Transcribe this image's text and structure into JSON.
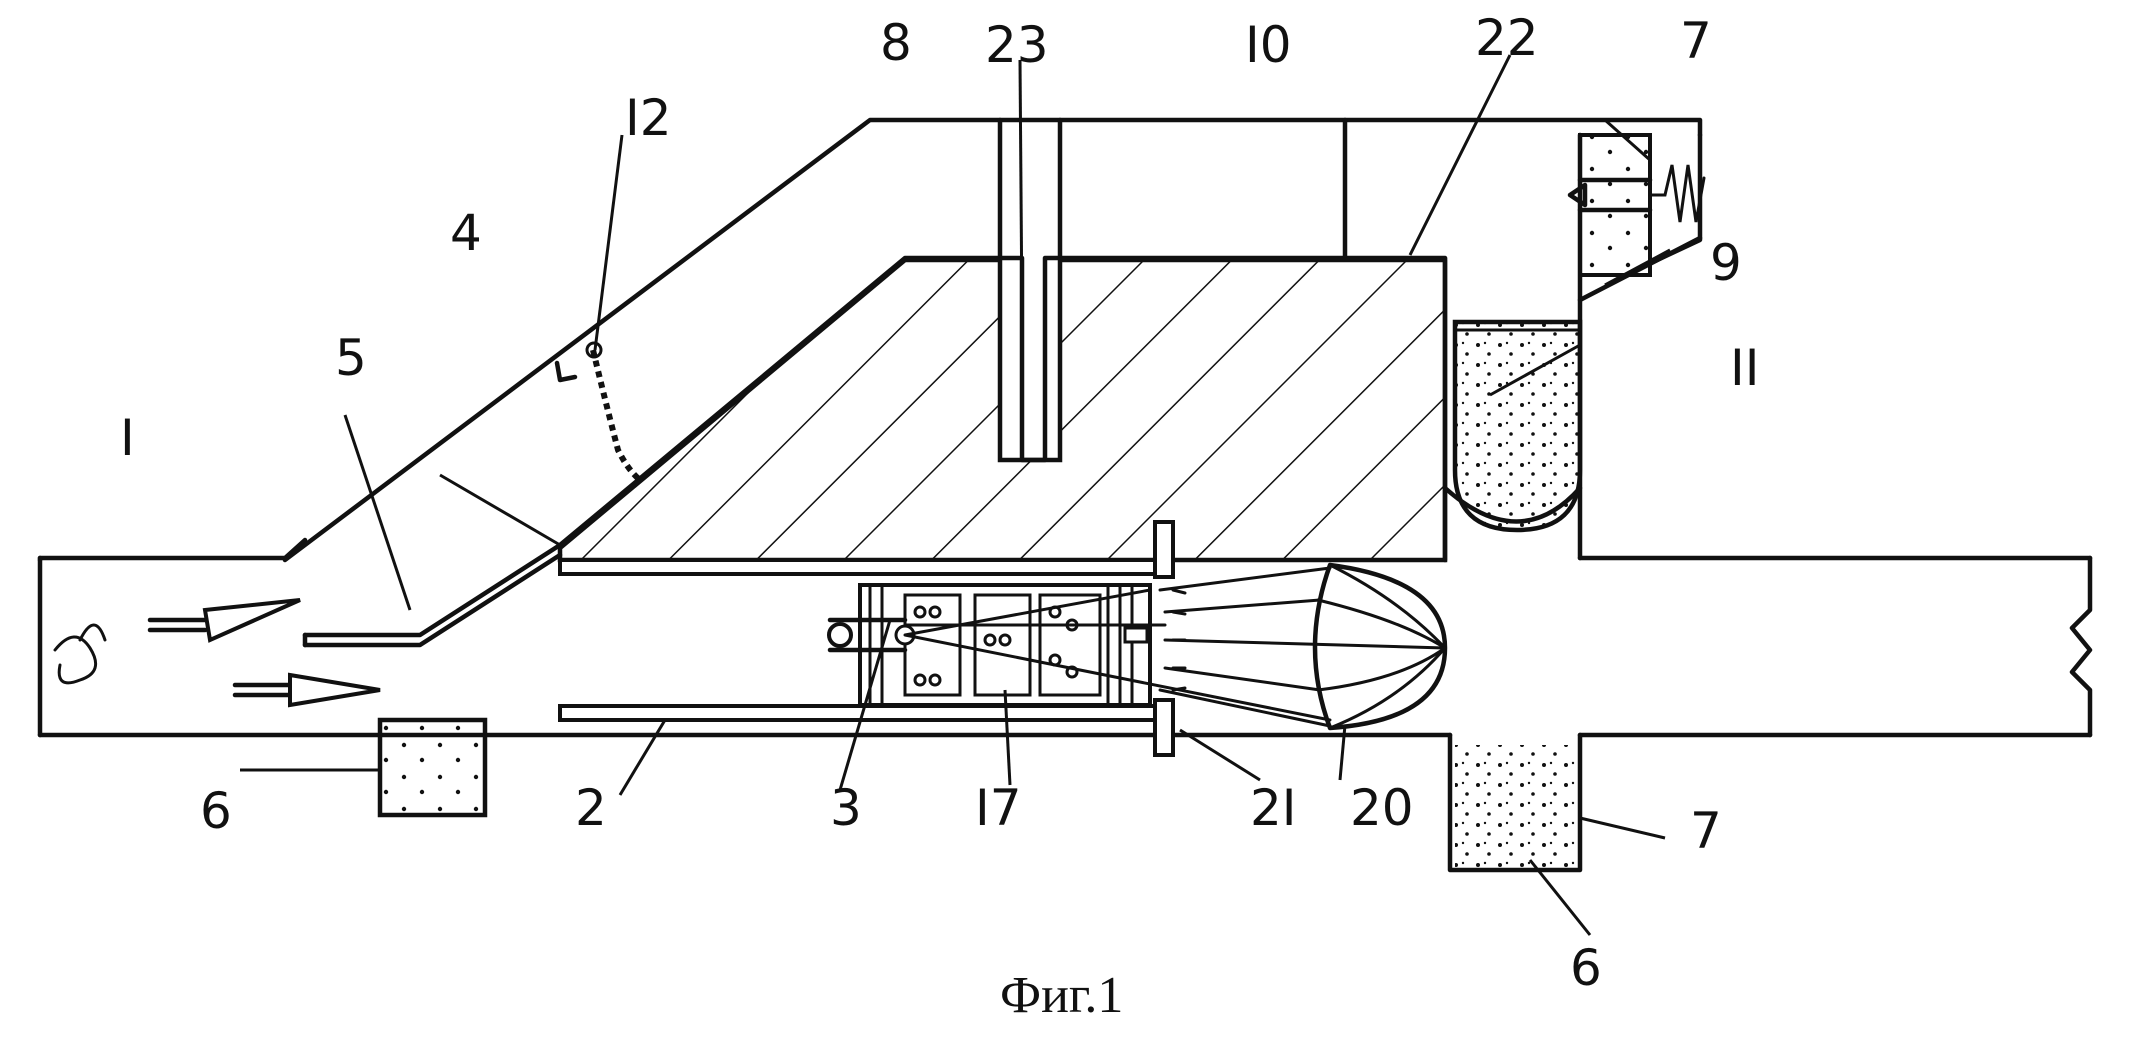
{
  "figure": {
    "caption": "Фиг.1",
    "labels": {
      "l_I": "I",
      "l_2": "2",
      "l_3": "3",
      "l_4": "4",
      "l_5": "5",
      "l_6a": "6",
      "l_6b": "6",
      "l_7a": "7",
      "l_7b": "7",
      "l_8": "8",
      "l_9": "9",
      "l_10": "I0",
      "l_11": "II",
      "l_12": "I2",
      "l_17": "I7",
      "l_20": "20",
      "l_21": "2I",
      "l_22": "22",
      "l_23": "23"
    }
  }
}
